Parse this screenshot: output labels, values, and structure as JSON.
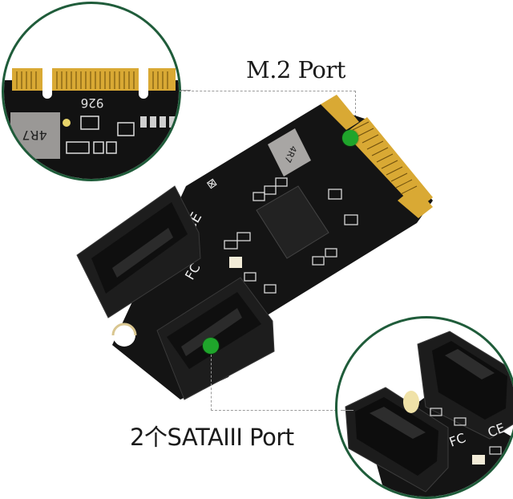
{
  "image": {
    "description": "Product photo of an M.2 to 2-port SATA III adapter card on white background with callouts",
    "background": "#ffffff"
  },
  "labels": {
    "m2_port": "M.2 Port",
    "sata_port": "2个SATAIII Port"
  },
  "pcb": {
    "inductor_marking": "4R7",
    "silk_marking_zoom": "926",
    "board_color": "#111111",
    "gold_finger_color": "#d9a934"
  },
  "callouts": {
    "circle_border_color": "#1f5c3a",
    "marker_dot_color": "#1fa52b",
    "leader_line_color": "#9a9a9a"
  },
  "certifications": [
    "CE",
    "FC",
    "WEEE"
  ]
}
